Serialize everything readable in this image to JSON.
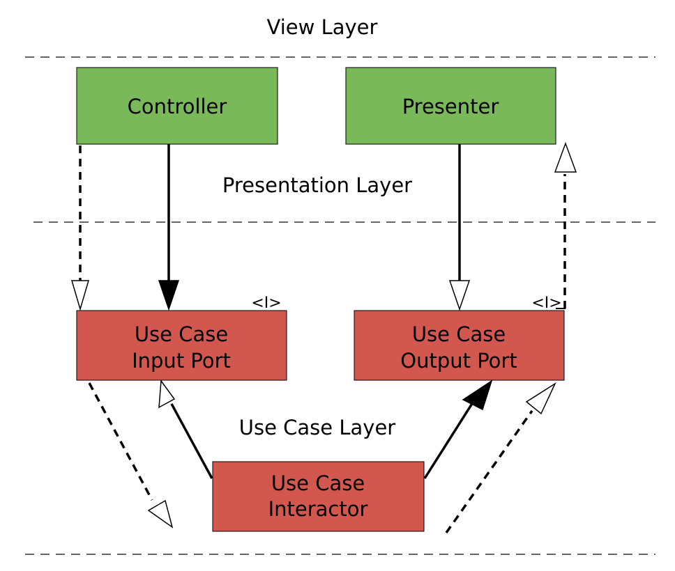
{
  "layers": {
    "view": "View Layer",
    "presentation": "Presentation Layer",
    "use_case": "Use Case Layer"
  },
  "nodes": {
    "controller": {
      "lines": [
        "Controller"
      ]
    },
    "presenter": {
      "lines": [
        "Presenter"
      ]
    },
    "input_port": {
      "lines": [
        "Use Case",
        "Input Port"
      ],
      "stereotype": "<I>"
    },
    "output_port": {
      "lines": [
        "Use Case",
        "Output Port"
      ],
      "stereotype": "<I>"
    },
    "interactor": {
      "lines": [
        "Use Case",
        "Interactor"
      ]
    }
  },
  "colors": {
    "green_box": "#7ab95a",
    "red_box": "#d2584f",
    "line": "#000000",
    "separator": "#333333"
  }
}
